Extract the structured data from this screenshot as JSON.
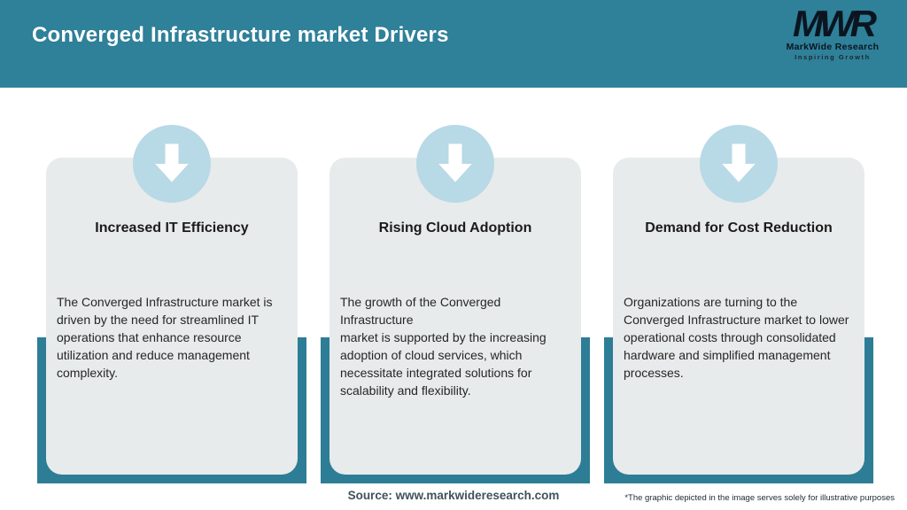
{
  "header": {
    "title": "Converged Infrastructure market Drivers"
  },
  "logo": {
    "monogram": "MWR",
    "name": "MarkWide Research",
    "tagline": "Inspiring Growth"
  },
  "cards": [
    {
      "title": "Increased IT Efficiency",
      "description": "The Converged Infrastructure market is\ndriven by the need for streamlined IT\noperations that enhance resource\nutilization and reduce management\ncomplexity."
    },
    {
      "title": "Rising Cloud Adoption",
      "description": "The growth of the Converged Infrastructure\nmarket is supported by the increasing\nadoption of cloud services, which\nnecessitate integrated solutions for\nscalability and flexibility."
    },
    {
      "title": "Demand for Cost Reduction",
      "description": "Organizations are turning to the\nConverged Infrastructure market to lower\noperational costs through consolidated\nhardware and simplified management\nprocesses."
    }
  ],
  "footer": {
    "source": "Source: www.markwideresearch.com",
    "disclaimer": "*The graphic depicted in the image serves solely for illustrative purposes"
  },
  "icons": {
    "down_arrow": "⬇"
  },
  "colors": {
    "header_teal": "#2f8099",
    "panel_teal": "#2e7d96",
    "card_bg": "#e8ebeb",
    "circle_blue": "#b8d9e6",
    "title_text": "#1b1b1b",
    "body_text": "#262626",
    "source_text": "#41525a",
    "header_text": "#ffffff"
  }
}
